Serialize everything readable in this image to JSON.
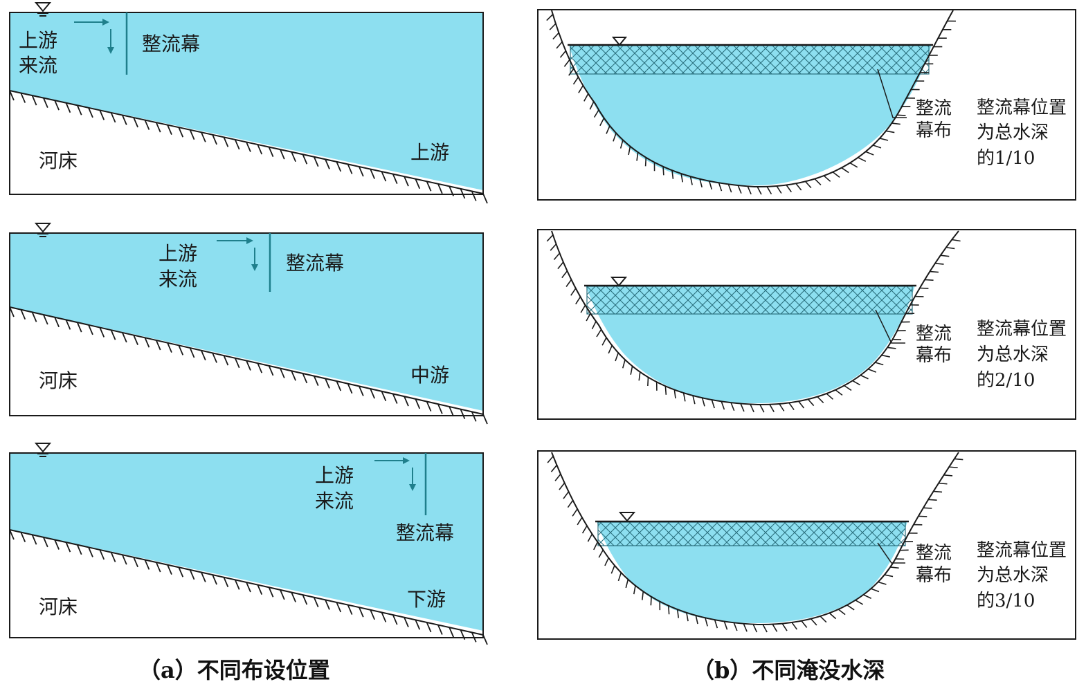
{
  "colors": {
    "water": "#8ddff0",
    "curtain": "#1f7f8c",
    "frame": "#1a1a1a",
    "mesh": "#2a6f7d"
  },
  "panel_a": {
    "caption": "（a）不同布设位置",
    "inflow_line1": "上游",
    "inflow_line2": "来流",
    "curtain_label": "整流幕",
    "bed_label": "河床",
    "rows": [
      {
        "position_label": "上游"
      },
      {
        "position_label": "中游"
      },
      {
        "position_label": "下游"
      }
    ]
  },
  "panel_b": {
    "caption": "（b）不同淹没水深",
    "curtain_line1": "整流",
    "curtain_line2": "幕布",
    "note_line1": "整流幕位置",
    "note_line2": "为总水深",
    "rows": [
      {
        "note_line3": "的1/10"
      },
      {
        "note_line3": "的2/10"
      },
      {
        "note_line3": "的3/10"
      }
    ]
  }
}
